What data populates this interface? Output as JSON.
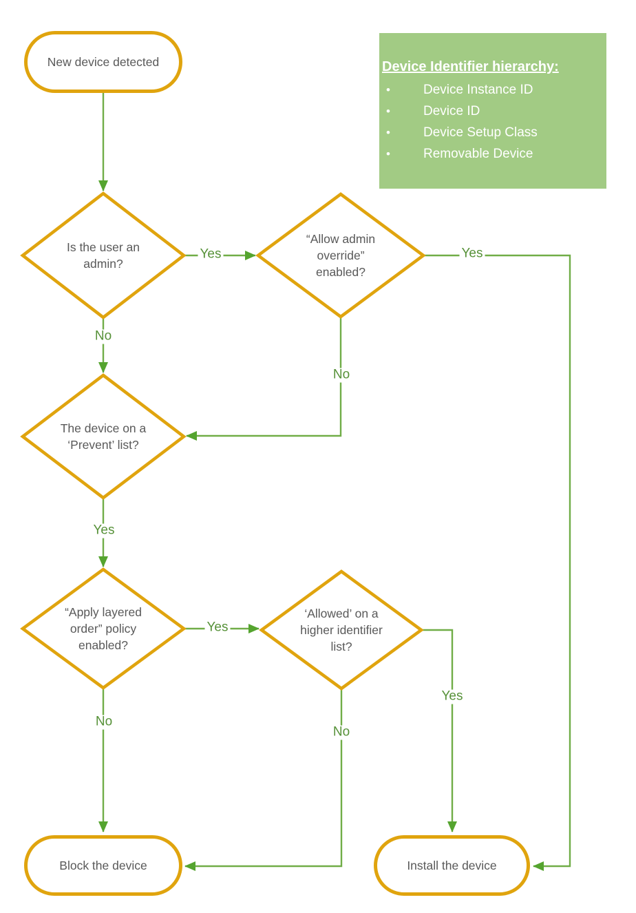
{
  "flowchart": {
    "start": {
      "label": "New device detected"
    },
    "decisions": [
      {
        "id": "d1",
        "label": "Is the user an\nadmin?"
      },
      {
        "id": "d2",
        "label": "“Allow admin\noverride”\nenabled?"
      },
      {
        "id": "d3",
        "label": "The device on a\n‘Prevent’ list?"
      },
      {
        "id": "d4",
        "label": "“Apply layered\norder” policy\nenabled?"
      },
      {
        "id": "d5",
        "label": "‘Allowed’ on a\nhigher identifier\nlist?"
      }
    ],
    "terminals": [
      {
        "id": "block",
        "label": "Block the device"
      },
      {
        "id": "install",
        "label": "Install the device"
      }
    ],
    "edge_labels": {
      "d1_d2": "Yes",
      "d2_install": "Yes",
      "d1_d3": "No",
      "d2_d3": "No",
      "d3_d4": "Yes",
      "d4_d5": "Yes",
      "d4_block": "No",
      "d5_block": "No",
      "d5_install": "Yes"
    }
  },
  "legend": {
    "title": "Device Identifier hierarchy:",
    "bullet": "•",
    "items": [
      "Device Instance ID",
      "Device ID",
      "Device Setup Class",
      "Removable Device"
    ]
  },
  "colors": {
    "shape_border": "#E0A40E",
    "edge_line": "#70AD47",
    "arrowhead": "#55A42F",
    "edge_label_text": "#569138",
    "node_text": "#595959",
    "legend_bg": "#A2CB84",
    "legend_text": "#ffffff"
  }
}
